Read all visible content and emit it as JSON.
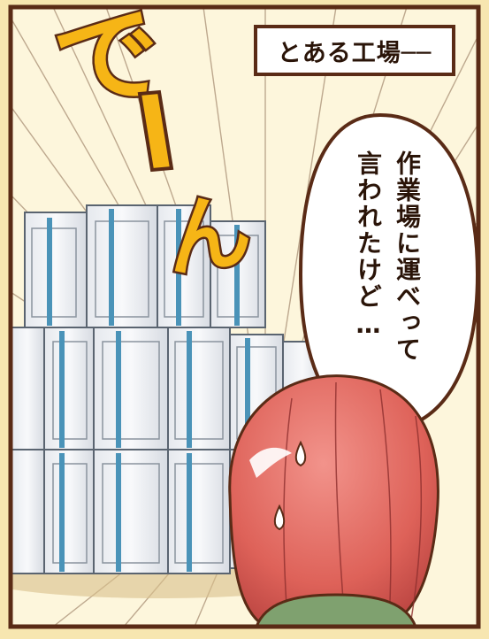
{
  "caption": {
    "text": "とある工場──"
  },
  "speech_bubble": {
    "lines": [
      "作業場に運べって",
      "言われたけど…"
    ]
  },
  "sfx": {
    "de": "で",
    "n": "ん"
  },
  "colors": {
    "frame": "#5a2b16",
    "background": "#fbf3d6",
    "sfx_fill": "#f6b516",
    "crate_strap": "#4a93b8",
    "hair": "#d85a54"
  }
}
